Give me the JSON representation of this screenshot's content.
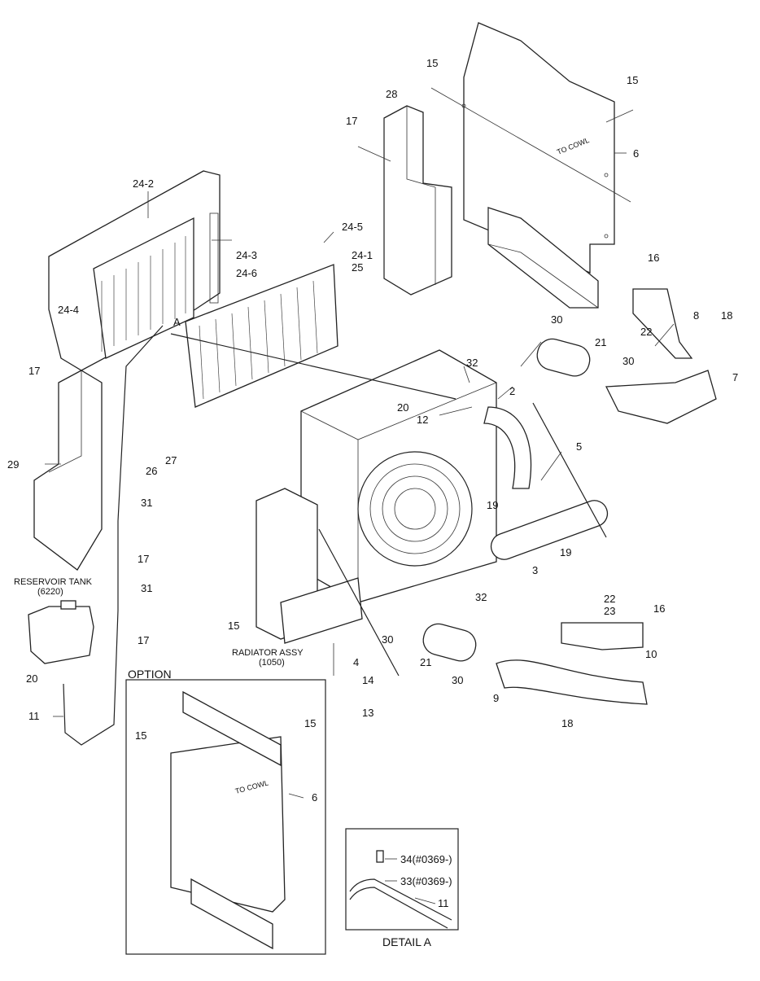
{
  "diagram": {
    "labels": [
      {
        "id": "lbl-15-a",
        "text": "15"
      },
      {
        "id": "lbl-28",
        "text": "28"
      },
      {
        "id": "lbl-15-b",
        "text": "15"
      },
      {
        "id": "lbl-6-a",
        "text": "6"
      },
      {
        "id": "lbl-17-a",
        "text": "17"
      },
      {
        "id": "lbl-24-2",
        "text": "24-2"
      },
      {
        "id": "lbl-24-5",
        "text": "24-5"
      },
      {
        "id": "lbl-24-3",
        "text": "24-3"
      },
      {
        "id": "lbl-24-1",
        "text": "24-1"
      },
      {
        "id": "lbl-25",
        "text": "25"
      },
      {
        "id": "lbl-24-6",
        "text": "24-6"
      },
      {
        "id": "lbl-24-4",
        "text": "24-4"
      },
      {
        "id": "lbl-a",
        "text": "A"
      },
      {
        "id": "lbl-16-a",
        "text": "16"
      },
      {
        "id": "lbl-8",
        "text": "8"
      },
      {
        "id": "lbl-18-a",
        "text": "18"
      },
      {
        "id": "lbl-30-a",
        "text": "30"
      },
      {
        "id": "lbl-21-a",
        "text": "21"
      },
      {
        "id": "lbl-22-a",
        "text": "22"
      },
      {
        "id": "lbl-30-b",
        "text": "30"
      },
      {
        "id": "lbl-7",
        "text": "7"
      },
      {
        "id": "lbl-32-a",
        "text": "32"
      },
      {
        "id": "lbl-2",
        "text": "2"
      },
      {
        "id": "lbl-17-b",
        "text": "17"
      },
      {
        "id": "lbl-20-a",
        "text": "20"
      },
      {
        "id": "lbl-12",
        "text": "12"
      },
      {
        "id": "lbl-5",
        "text": "5"
      },
      {
        "id": "lbl-27",
        "text": "27"
      },
      {
        "id": "lbl-26",
        "text": "26"
      },
      {
        "id": "lbl-29",
        "text": "29"
      },
      {
        "id": "lbl-31-a",
        "text": "31"
      },
      {
        "id": "lbl-19-a",
        "text": "19"
      },
      {
        "id": "lbl-19-b",
        "text": "19"
      },
      {
        "id": "lbl-17-c",
        "text": "17"
      },
      {
        "id": "lbl-3",
        "text": "3"
      },
      {
        "id": "lbl-31-b",
        "text": "31"
      },
      {
        "id": "lbl-32-b",
        "text": "32"
      },
      {
        "id": "lbl-15-c",
        "text": "15"
      },
      {
        "id": "lbl-22-b",
        "text": "22"
      },
      {
        "id": "lbl-23",
        "text": "23"
      },
      {
        "id": "lbl-16-b",
        "text": "16"
      },
      {
        "id": "lbl-17-d",
        "text": "17"
      },
      {
        "id": "lbl-30-c",
        "text": "30"
      },
      {
        "id": "lbl-10",
        "text": "10"
      },
      {
        "id": "lbl-21-b",
        "text": "21"
      },
      {
        "id": "lbl-4",
        "text": "4"
      },
      {
        "id": "lbl-14",
        "text": "14"
      },
      {
        "id": "lbl-30-d",
        "text": "30"
      },
      {
        "id": "lbl-20-b",
        "text": "20"
      },
      {
        "id": "lbl-9",
        "text": "9"
      },
      {
        "id": "lbl-11-a",
        "text": "11"
      },
      {
        "id": "lbl-13",
        "text": "13"
      },
      {
        "id": "lbl-18-b",
        "text": "18"
      },
      {
        "id": "lbl-15-d",
        "text": "15"
      },
      {
        "id": "lbl-15-e",
        "text": "15"
      },
      {
        "id": "lbl-6-b",
        "text": "6"
      },
      {
        "id": "lbl-34",
        "text": "34(#0369-)"
      },
      {
        "id": "lbl-33",
        "text": "33(#0369-)"
      },
      {
        "id": "lbl-11-b",
        "text": "11"
      }
    ],
    "captions": {
      "reservoir_tank": "RESERVOIR TANK",
      "reservoir_tank_code": "(6220)",
      "radiator_assy": "RADIATOR ASSY",
      "radiator_assy_code": "(1050)",
      "option": "OPTION",
      "detail_a": "DETAIL A",
      "to_cowl_main": "TO COWL",
      "to_cowl_option": "TO COWL"
    }
  }
}
